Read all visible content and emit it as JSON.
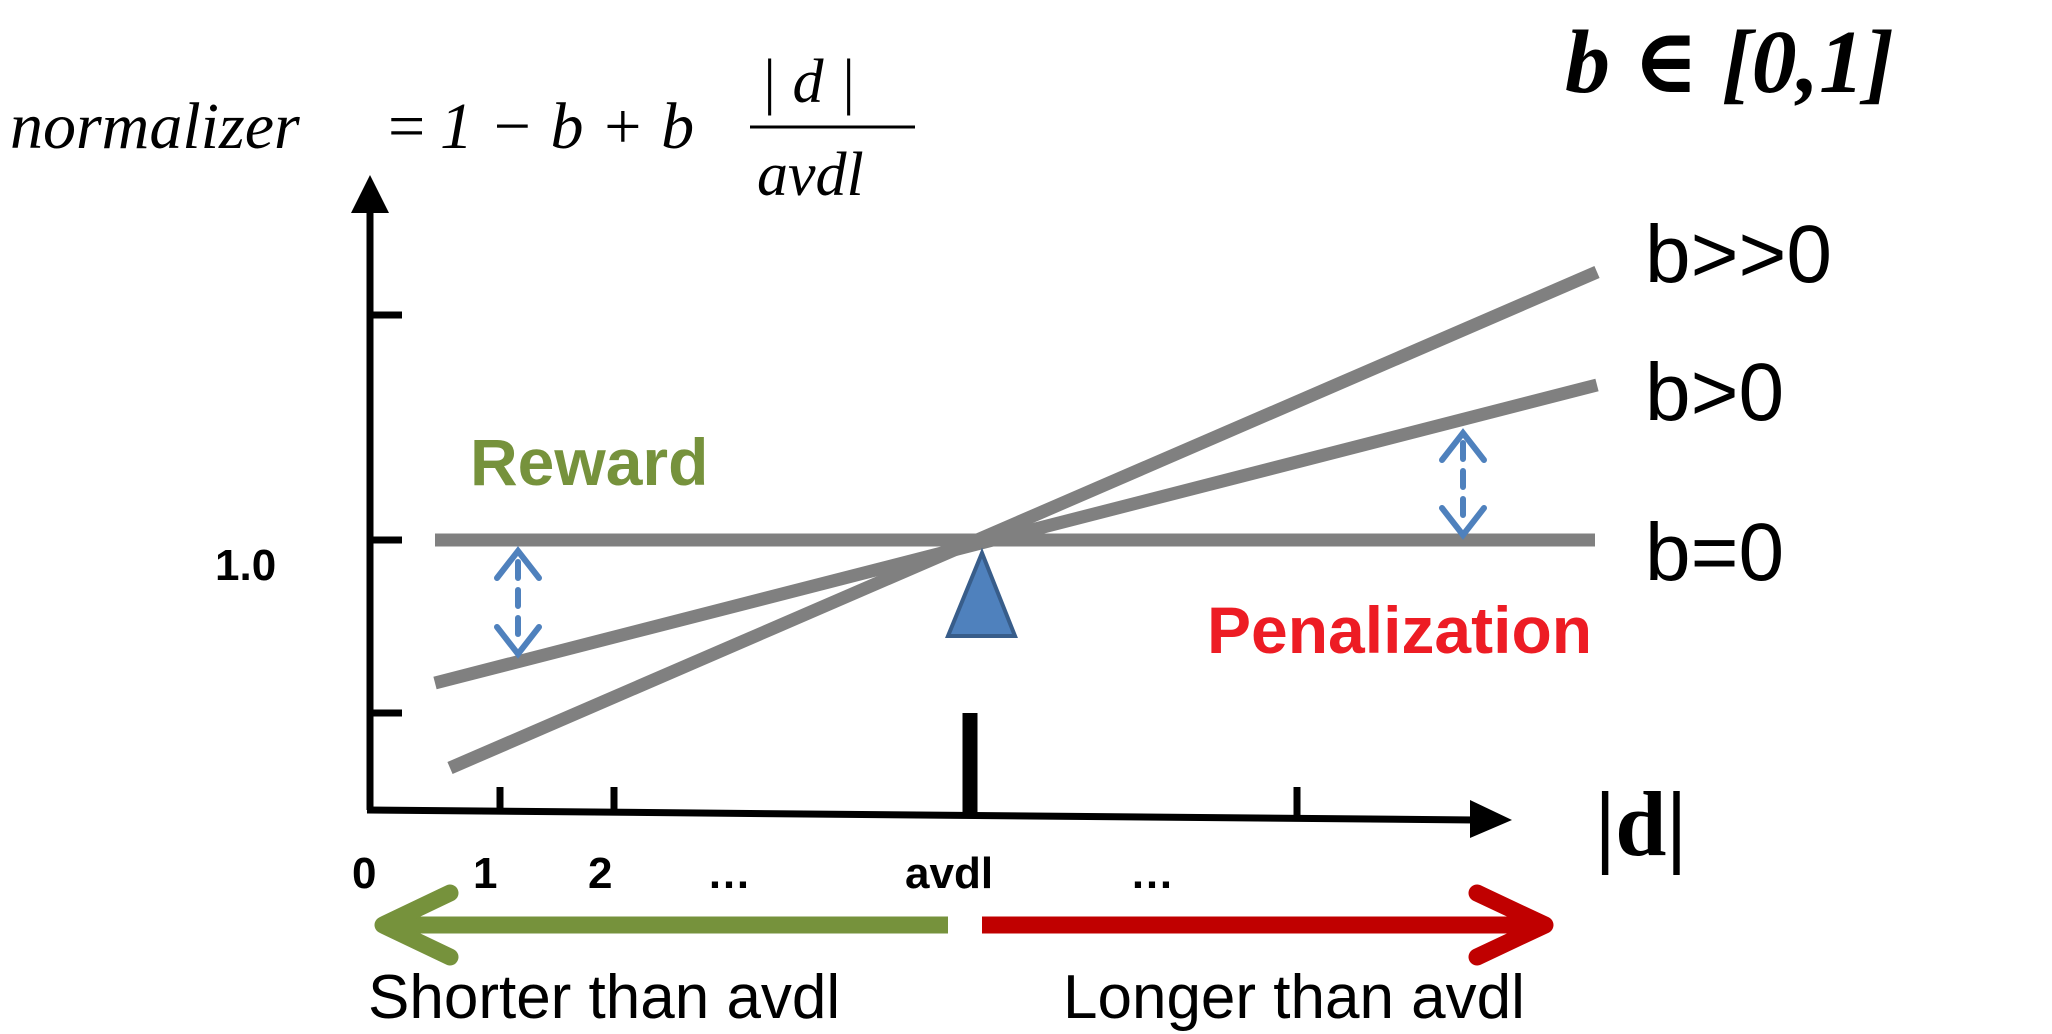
{
  "formula": {
    "lhs": "normalizer",
    "equals": "=",
    "rhs_terms": "1 − b + b",
    "numerator": "| d |",
    "denominator": "avdl"
  },
  "b_range": "b ∈ [0,1]",
  "y_axis": {
    "tick_label": "1.0"
  },
  "x_axis": {
    "label": "|d|",
    "ticks": [
      "0",
      "1",
      "2",
      "…",
      "avdl",
      "…"
    ]
  },
  "lines": [
    {
      "label": "b>>0"
    },
    {
      "label": "b>0"
    },
    {
      "label": "b=0"
    }
  ],
  "annotations": {
    "reward": "Reward",
    "penalization": "Penalization",
    "shorter": "Shorter than avdl",
    "longer": "Longer than avdl"
  },
  "colors": {
    "axis": "#000000",
    "line": "#808080",
    "reward": "#76923c",
    "penalization": "#ed1c24",
    "shorter_arrow": "#76923c",
    "longer_arrow": "#c00000",
    "pivot": "#4f81bd",
    "pivot_stroke": "#385d8a",
    "double_arrow": "#4f81bd"
  }
}
